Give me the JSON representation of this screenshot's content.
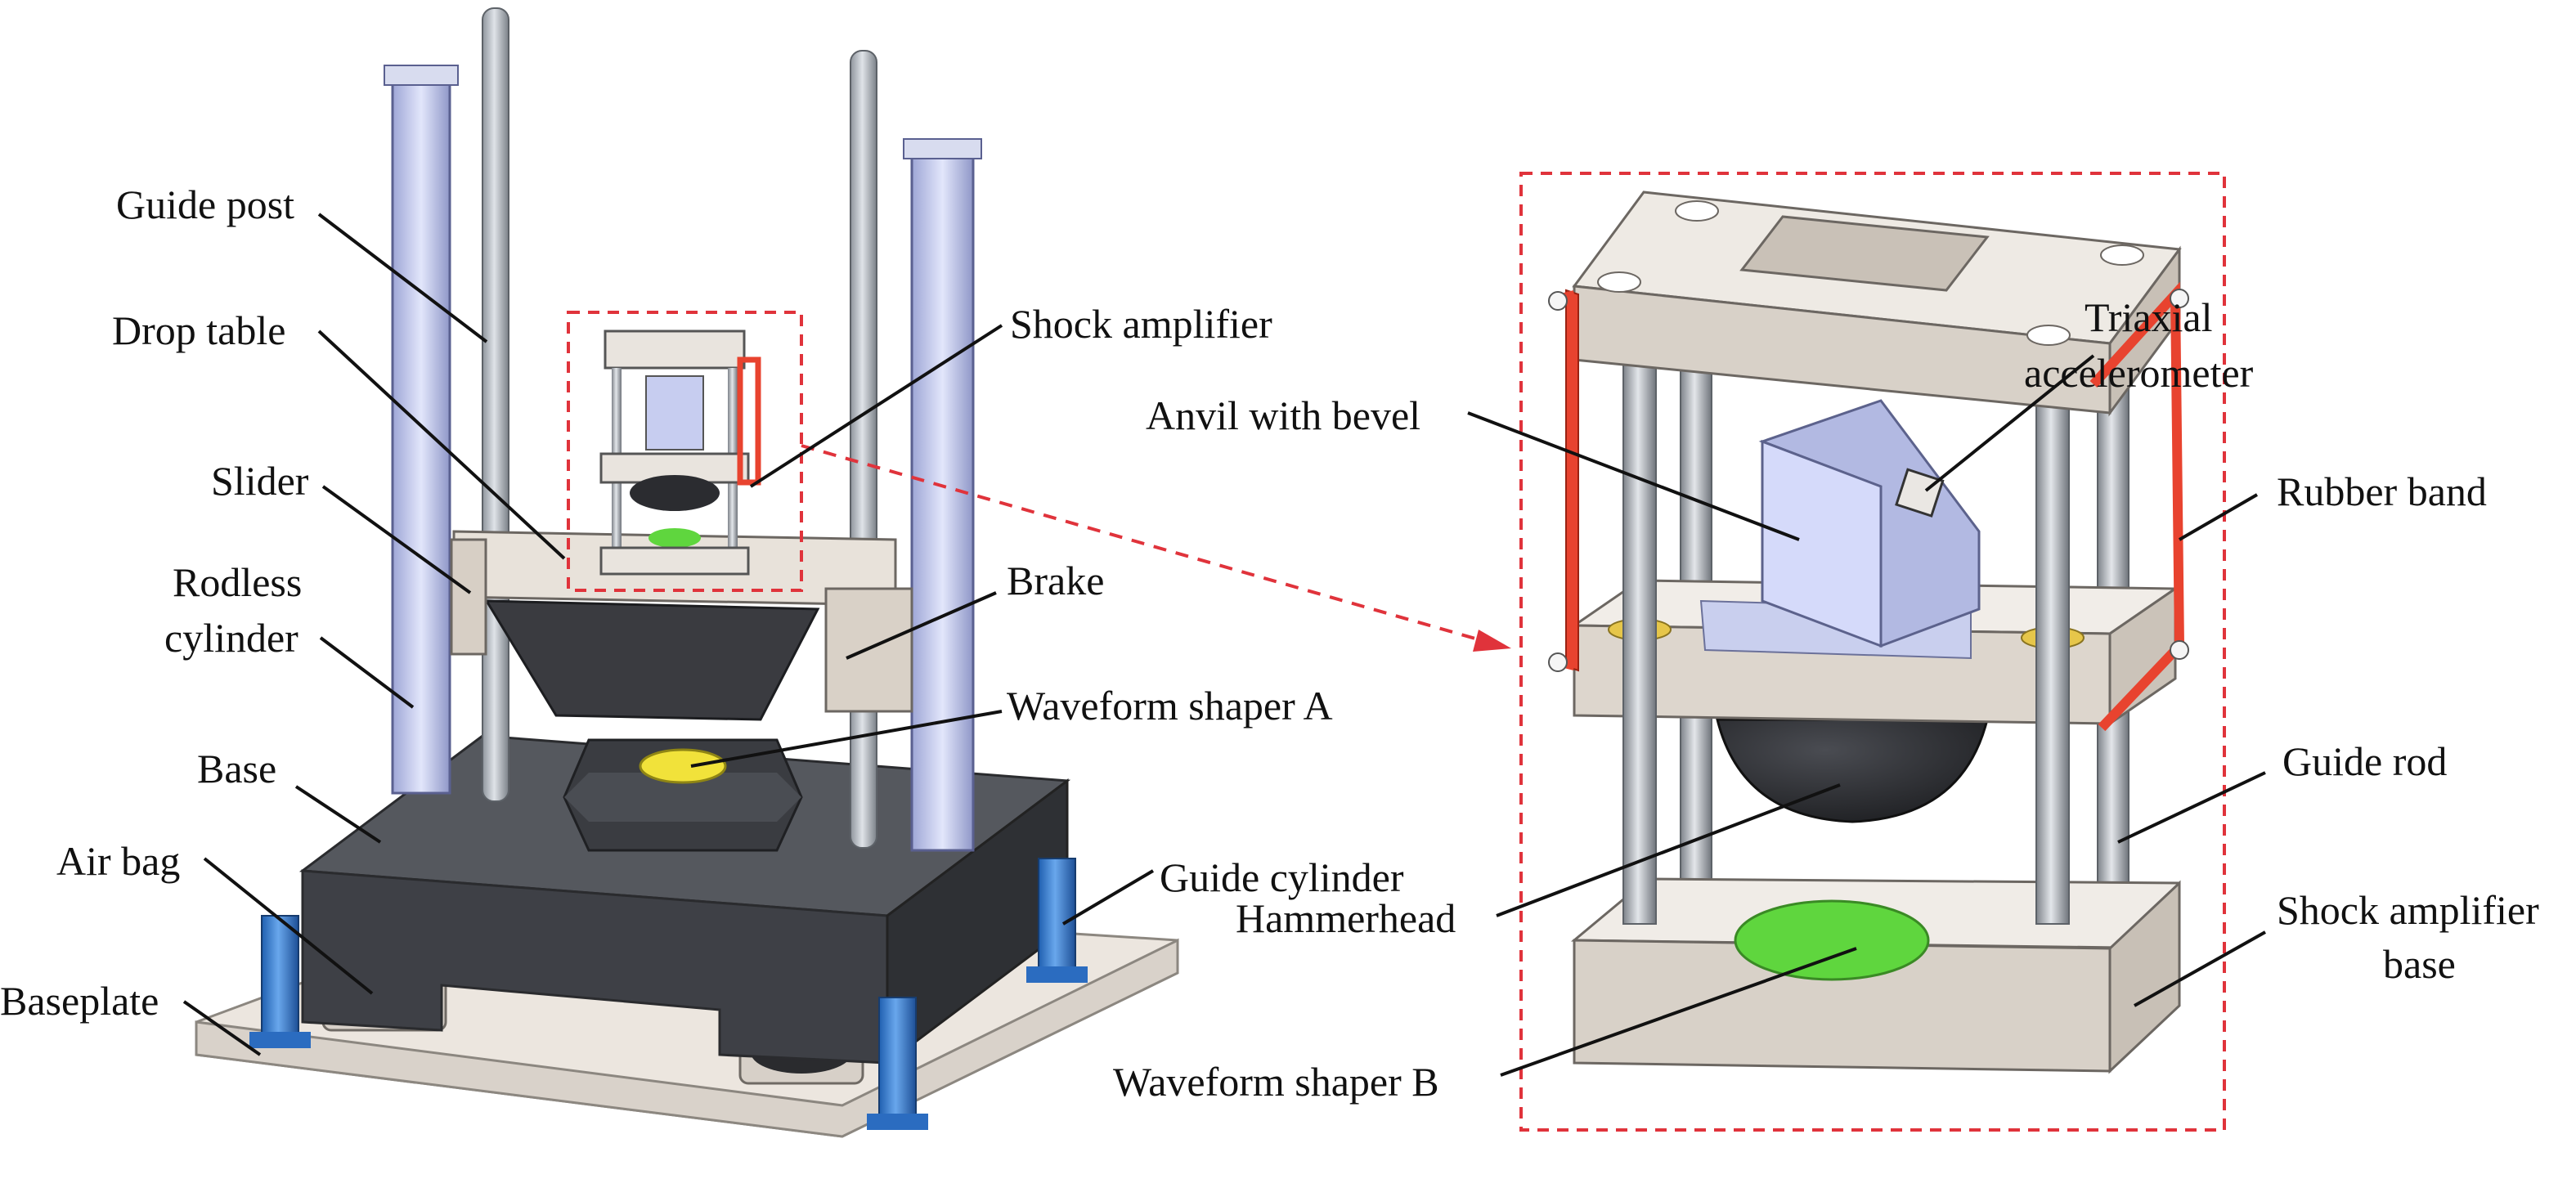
{
  "colors": {
    "rubber_band": "#e8432f",
    "waveform_shaper_a": "#f1e23a",
    "waveform_shaper_b": "#5fd63e",
    "anvil": "#c7cdf0",
    "hammerhead": "#2b2c30",
    "frame": "#e9e4de",
    "guide_cylinder": "#3d7fd2",
    "base": "#3f4147",
    "dashed_box": "#e0333b"
  },
  "labels": {
    "guide_post": "Guide post",
    "drop_table": "Drop table",
    "slider": "Slider",
    "rodless_cylinder_1": "Rodless",
    "rodless_cylinder_2": "cylinder",
    "base": "Base",
    "air_bag": "Air bag",
    "baseplate": "Baseplate",
    "shock_amplifier": "Shock amplifier",
    "brake": "Brake",
    "waveform_shaper_a": "Waveform shaper A",
    "guide_cylinder": "Guide cylinder",
    "anvil_with_bevel": "Anvil with bevel",
    "triaxial_accelerometer_1": "Triaxial",
    "triaxial_accelerometer_2": "accelerometer",
    "rubber_band": "Rubber band",
    "guide_rod": "Guide rod",
    "hammerhead": "Hammerhead",
    "shock_amplifier_base_1": "Shock amplifier",
    "shock_amplifier_base_2": "base",
    "waveform_shaper_b": "Waveform shaper B"
  }
}
